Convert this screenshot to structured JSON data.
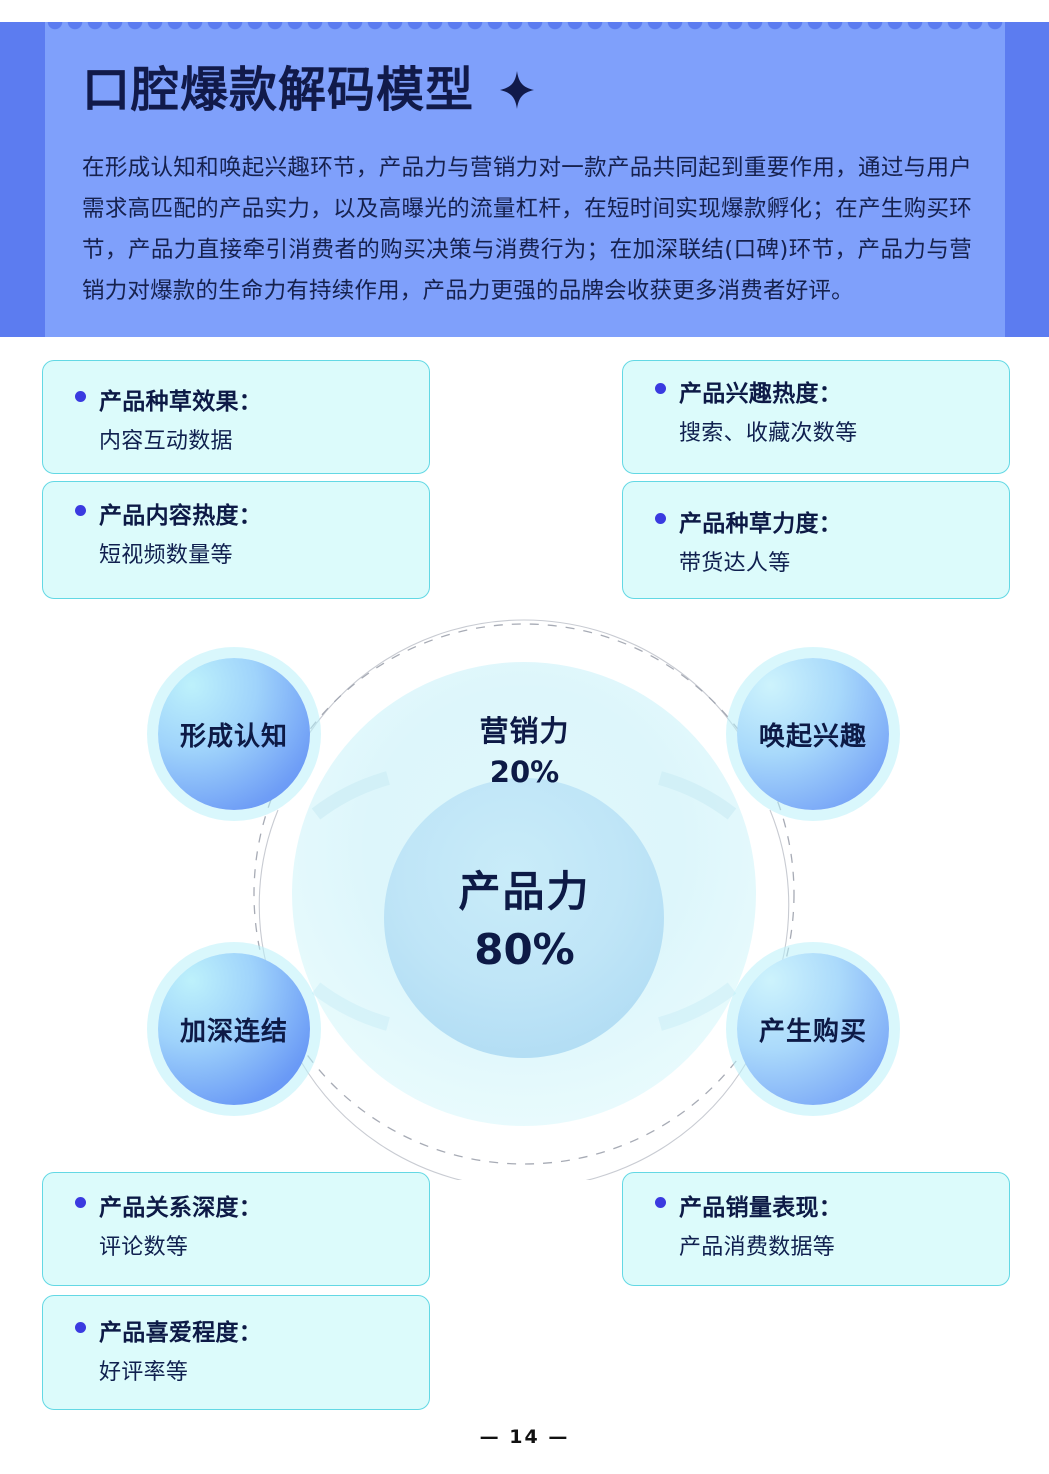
{
  "header": {
    "title": "口腔爆款解码模型",
    "sparkle_icon": "sparkle-icon",
    "paragraph": "在形成认知和唤起兴趣环节，产品力与营销力对一款产品共同起到重要作用，通过与用户需求高匹配的产品实力，以及高曝光的流量杠杆，在短时间实现爆款孵化；在产生购买环节，产品力直接牵引消费者的购买决策与消费行为；在加深联结(口碑)环节，产品力与营销力对爆款的生命力有持续作用，产品力更强的品牌会收获更多消费者好评。",
    "band_color": "#5c7cf0",
    "panel_color": "#7fa0fb"
  },
  "cards": {
    "top_left": {
      "title": "产品种草效果：",
      "sub": "内容互动数据"
    },
    "bottom_left": {
      "title": "产品内容热度：",
      "sub": "短视频数量等"
    },
    "top_right": {
      "title": "产品兴趣热度：",
      "sub": "搜索、收藏次数等"
    },
    "bottom_right": {
      "title": "产品种草力度：",
      "sub": "带货达人等"
    },
    "lower_left_1": {
      "title": "产品关系深度：",
      "sub": "评论数等"
    },
    "lower_left_2": {
      "title": "产品喜爱程度：",
      "sub": "好评率等"
    },
    "lower_right_1": {
      "title": "产品销量表现：",
      "sub": "产品消费数据等"
    },
    "style": {
      "fill": "#dcfbfb",
      "border": "#63d8e4",
      "bullet": "#3a3ae0"
    }
  },
  "chart_data": {
    "type": "pie",
    "title": "口腔爆款解码模型",
    "categories": [
      "产品力",
      "营销力"
    ],
    "values": [
      80,
      20
    ],
    "labels": [
      "产品力 80%",
      "营销力 20%"
    ],
    "center_label": "产品力",
    "center_value": "80%",
    "ring_label": "营销力",
    "ring_value": "20%",
    "stages": [
      {
        "id": "awareness",
        "label": "形成认知",
        "position": "top-left"
      },
      {
        "id": "interest",
        "label": "唤起兴趣",
        "position": "top-right"
      },
      {
        "id": "deepen",
        "label": "加深连结",
        "position": "bottom-left"
      },
      {
        "id": "purchase",
        "label": "产生购买",
        "position": "bottom-right"
      }
    ],
    "grid": false,
    "legend": "none"
  },
  "diagram": {
    "center_outer": {
      "label": "营销力",
      "value": "20%"
    },
    "center_inner": {
      "label": "产品力",
      "value": "80%"
    },
    "nodes": {
      "awareness": "形成认知",
      "interest": "唤起兴趣",
      "deepen": "加深连结",
      "purchase": "产生购买"
    }
  },
  "footer": {
    "page_number": "— 14 —"
  }
}
